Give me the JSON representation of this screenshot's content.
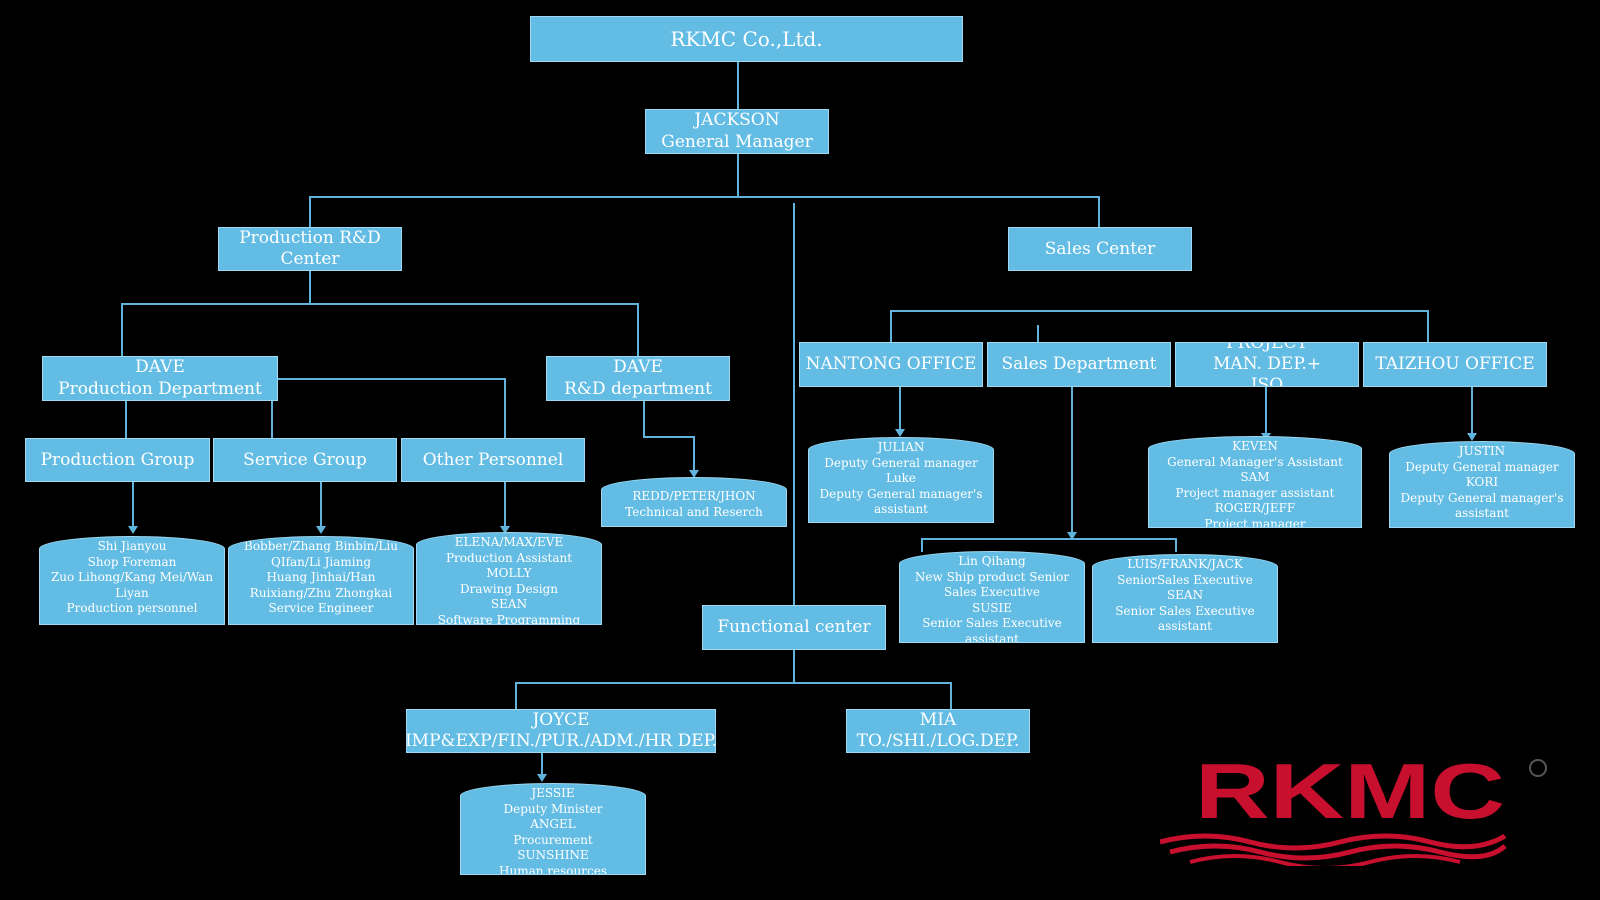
{
  "company": "RKMC Co.,Ltd.",
  "gm": {
    "name": "JACKSON",
    "title": "General Manager"
  },
  "production_center": "Production R&D Center",
  "sales_center": "Sales Center",
  "functional_center": "Functional center",
  "production_dept": {
    "name": "DAVE",
    "title": "Production Department"
  },
  "rd_dept": {
    "name": "DAVE",
    "title": "R&D department"
  },
  "groups": {
    "production": "Production Group",
    "service": "Service Group",
    "other": "Other Personnel"
  },
  "production_group_members": [
    "Shi Jianyou",
    "Shop Foreman",
    "Zuo Lihong/Kang Mei/Wan",
    "Liyan",
    "Production personnel"
  ],
  "service_group_members": [
    "Bobber/Zhang Binbin/Liu",
    "QIfan/Li Jiaming",
    "Huang Jinhai/Han",
    "Ruixiang/Zhu Zhongkai",
    "Service Engineer"
  ],
  "other_personnel_members": [
    "ELENA/MAX/EVE",
    "Production Assistant",
    "MOLLY",
    "Drawing Design",
    "SEAN",
    "Software Programming"
  ],
  "rd_members": [
    "REDD/PETER/JHON",
    "Technical and Reserch"
  ],
  "offices": {
    "nantong": "NANTONG OFFICE",
    "sales": "Sales Department",
    "project": "PROJECT MAN. DEP.+ ISO",
    "taizhou": "TAIZHOU OFFICE"
  },
  "nantong_members": [
    "JULIAN",
    "Deputy General manager",
    "Luke",
    "Deputy General manager's",
    "assistant"
  ],
  "project_members": [
    "KEVEN",
    "General Manager's Assistant",
    "SAM",
    "Project manager assistant",
    "ROGER/JEFF",
    "Project manager"
  ],
  "taizhou_members": [
    "JUSTIN",
    "Deputy General manager",
    "KORI",
    "Deputy General manager's",
    "assistant"
  ],
  "sales_members_a": [
    "Lin Qihang",
    "New Ship product Senior",
    "Sales Executive",
    "SUSIE",
    "Senior Sales Executive",
    "assistant"
  ],
  "sales_members_b": [
    "LUIS/FRANK/JACK",
    "SeniorSales Executive",
    "SEAN",
    "Senior Sales Executive",
    "assistant"
  ],
  "joyce": {
    "name": "JOYCE",
    "title": "IMP&EXP/FIN./PUR./ADM./HR DEP."
  },
  "mia": {
    "name": "MIA",
    "title": "TO./SHI./LOG.DEP."
  },
  "joyce_members": [
    "JESSIE",
    "Deputy Minister",
    "ANGEL",
    "Procurement",
    "SUNSHINE",
    "Human resources"
  ],
  "logo_text": "RKMC",
  "colors": {
    "box": "#62bce4",
    "line": "#5fb3dc",
    "logo_red": "#c8102e",
    "background": "#000000"
  }
}
